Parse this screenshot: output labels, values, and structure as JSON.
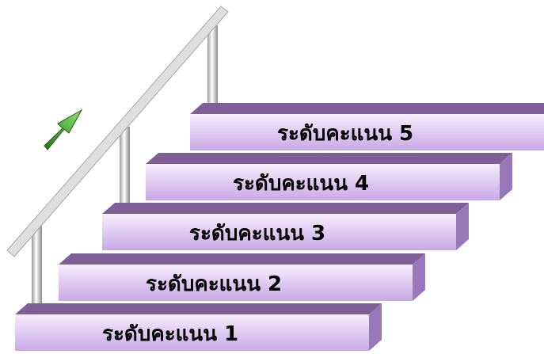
{
  "steps": [
    {
      "label": "ระดับคะแนน 1"
    },
    {
      "label": "ระดับคะแนน 2"
    },
    {
      "label": "ระดับคะแนน 3"
    },
    {
      "label": "ระดับคะแนน 4"
    },
    {
      "label": "ระดับคะแนน 5"
    }
  ],
  "colors": {
    "top": "#7e5f98",
    "front_light": "#f6eefc",
    "front_dark": "#c9a9e6",
    "side": "#9878b8",
    "rail": "#d8d8d8",
    "arrow": "#3fae2a"
  },
  "icons": {
    "direction": "up-right-arrow-icon"
  }
}
